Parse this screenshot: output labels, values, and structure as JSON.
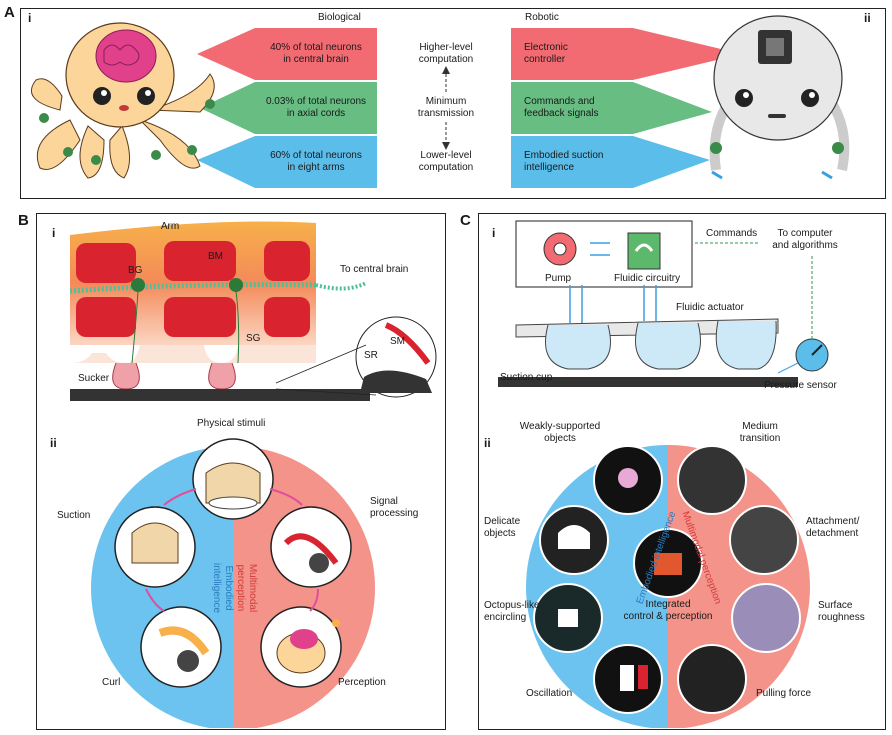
{
  "panelA": {
    "label": "A",
    "sub_i": "i",
    "sub_ii": "ii",
    "col_biological": "Biological",
    "col_robotic": "Robotic",
    "bio": [
      "40% of total neurons\nin central brain",
      "0.03% of total neurons\nin axial cords",
      "60% of total neurons\nin eight arms"
    ],
    "mid": [
      "Higher-level\ncomputation",
      "Minimum\ntransmission",
      "Lower-level\ncomputation"
    ],
    "robo": [
      "Electronic\ncontroller",
      "Commands and\nfeedback signals",
      "Embodied suction\nintelligence"
    ]
  },
  "panelB": {
    "label": "B",
    "sub_i": "i",
    "sub_ii": "ii",
    "arm": "Arm",
    "bg": "BG",
    "bm": "BM",
    "sg": "SG",
    "sucker": "Sucker",
    "to_brain": "To central brain",
    "sr": "SR",
    "sm": "SM",
    "physical_stimuli": "Physical stimuli",
    "suction": "Suction",
    "signal_processing": "Signal\nprocessing",
    "curl": "Curl",
    "perception": "Perception",
    "embodied": "Embodied\nintelligence",
    "multimodal": "Multimodal\nperception"
  },
  "panelC": {
    "label": "C",
    "sub_i": "i",
    "sub_ii": "ii",
    "pump": "Pump",
    "fluidic_circuitry": "Fluidic circuitry",
    "commands": "Commands",
    "to_computer": "To computer\nand algorithms",
    "fluidic_actuator": "Fluidic actuator",
    "suction_cup": "Suction cup",
    "pressure_sensor": "Pressure sensor",
    "weakly": "Weakly-supported\nobjects",
    "medium": "Medium\ntransition",
    "delicate": "Delicate\nobjects",
    "attachment": "Attachment/\ndetachment",
    "encircling": "Octopus-like\nencircling",
    "surface": "Surface\nroughness",
    "oscillation": "Oscillation",
    "pulling": "Pulling force",
    "integrated": "Integrated\ncontrol & perception",
    "embodied": "Embodied intelligence",
    "multimodal": "Multimodal perception"
  },
  "colors": {
    "red": "#f26b72",
    "green": "#67bd82",
    "blue": "#5bbde9",
    "salmon": "#f3938a",
    "skyblue": "#6cc3ef",
    "octopus": "#fbd59a"
  }
}
